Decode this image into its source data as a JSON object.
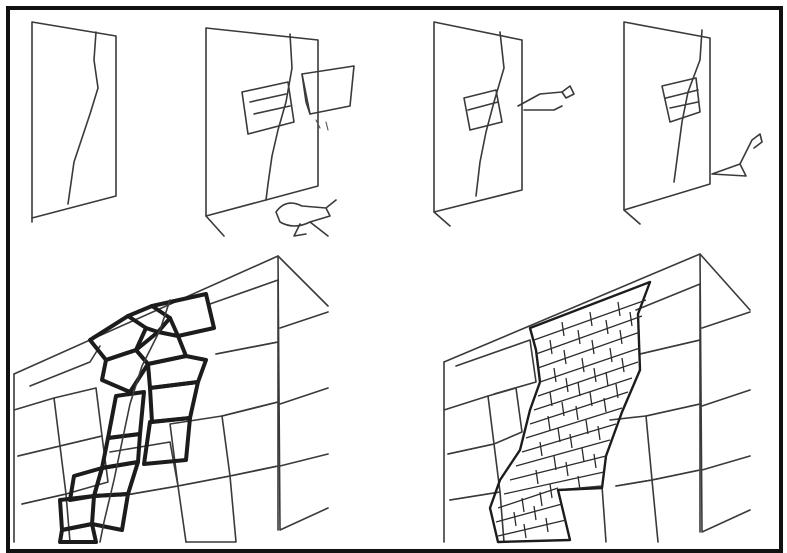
{
  "figure": {
    "title": "",
    "panels": [
      {
        "id": "step-1"
      },
      {
        "id": "step-2"
      },
      {
        "id": "step-3"
      },
      {
        "id": "step-4"
      },
      {
        "id": "stone-wall-stitched-crack"
      },
      {
        "id": "stone-wall-brick-infill"
      }
    ]
  }
}
